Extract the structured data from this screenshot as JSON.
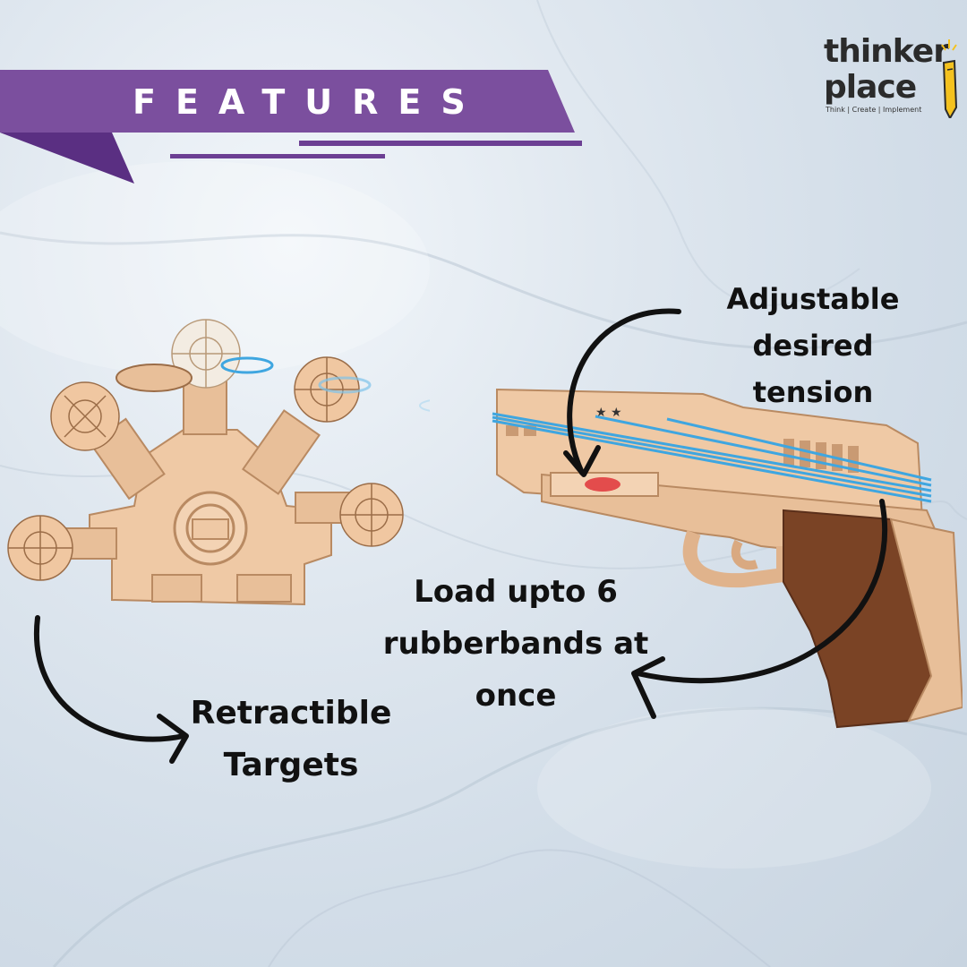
{
  "banner": {
    "title": "FEATURES",
    "color_main": "#7b4f9e",
    "color_dark": "#5a2f82"
  },
  "logo": {
    "line1": "thinker",
    "line2": "place",
    "tagline": "Think | Create | Implement"
  },
  "features": {
    "tension": {
      "line1": "Adjustable",
      "line2": "desired tension"
    },
    "load": {
      "line1": "Load upto 6",
      "line2": "rubberbands at",
      "line3": "once"
    },
    "targets": {
      "line1": "Retractible",
      "line2": "Targets"
    }
  },
  "colors": {
    "wood": "#efc9a5",
    "wood_dark": "#c99a73",
    "grip": "#7a4325",
    "band": "#3fa6e0",
    "text": "#111111"
  }
}
